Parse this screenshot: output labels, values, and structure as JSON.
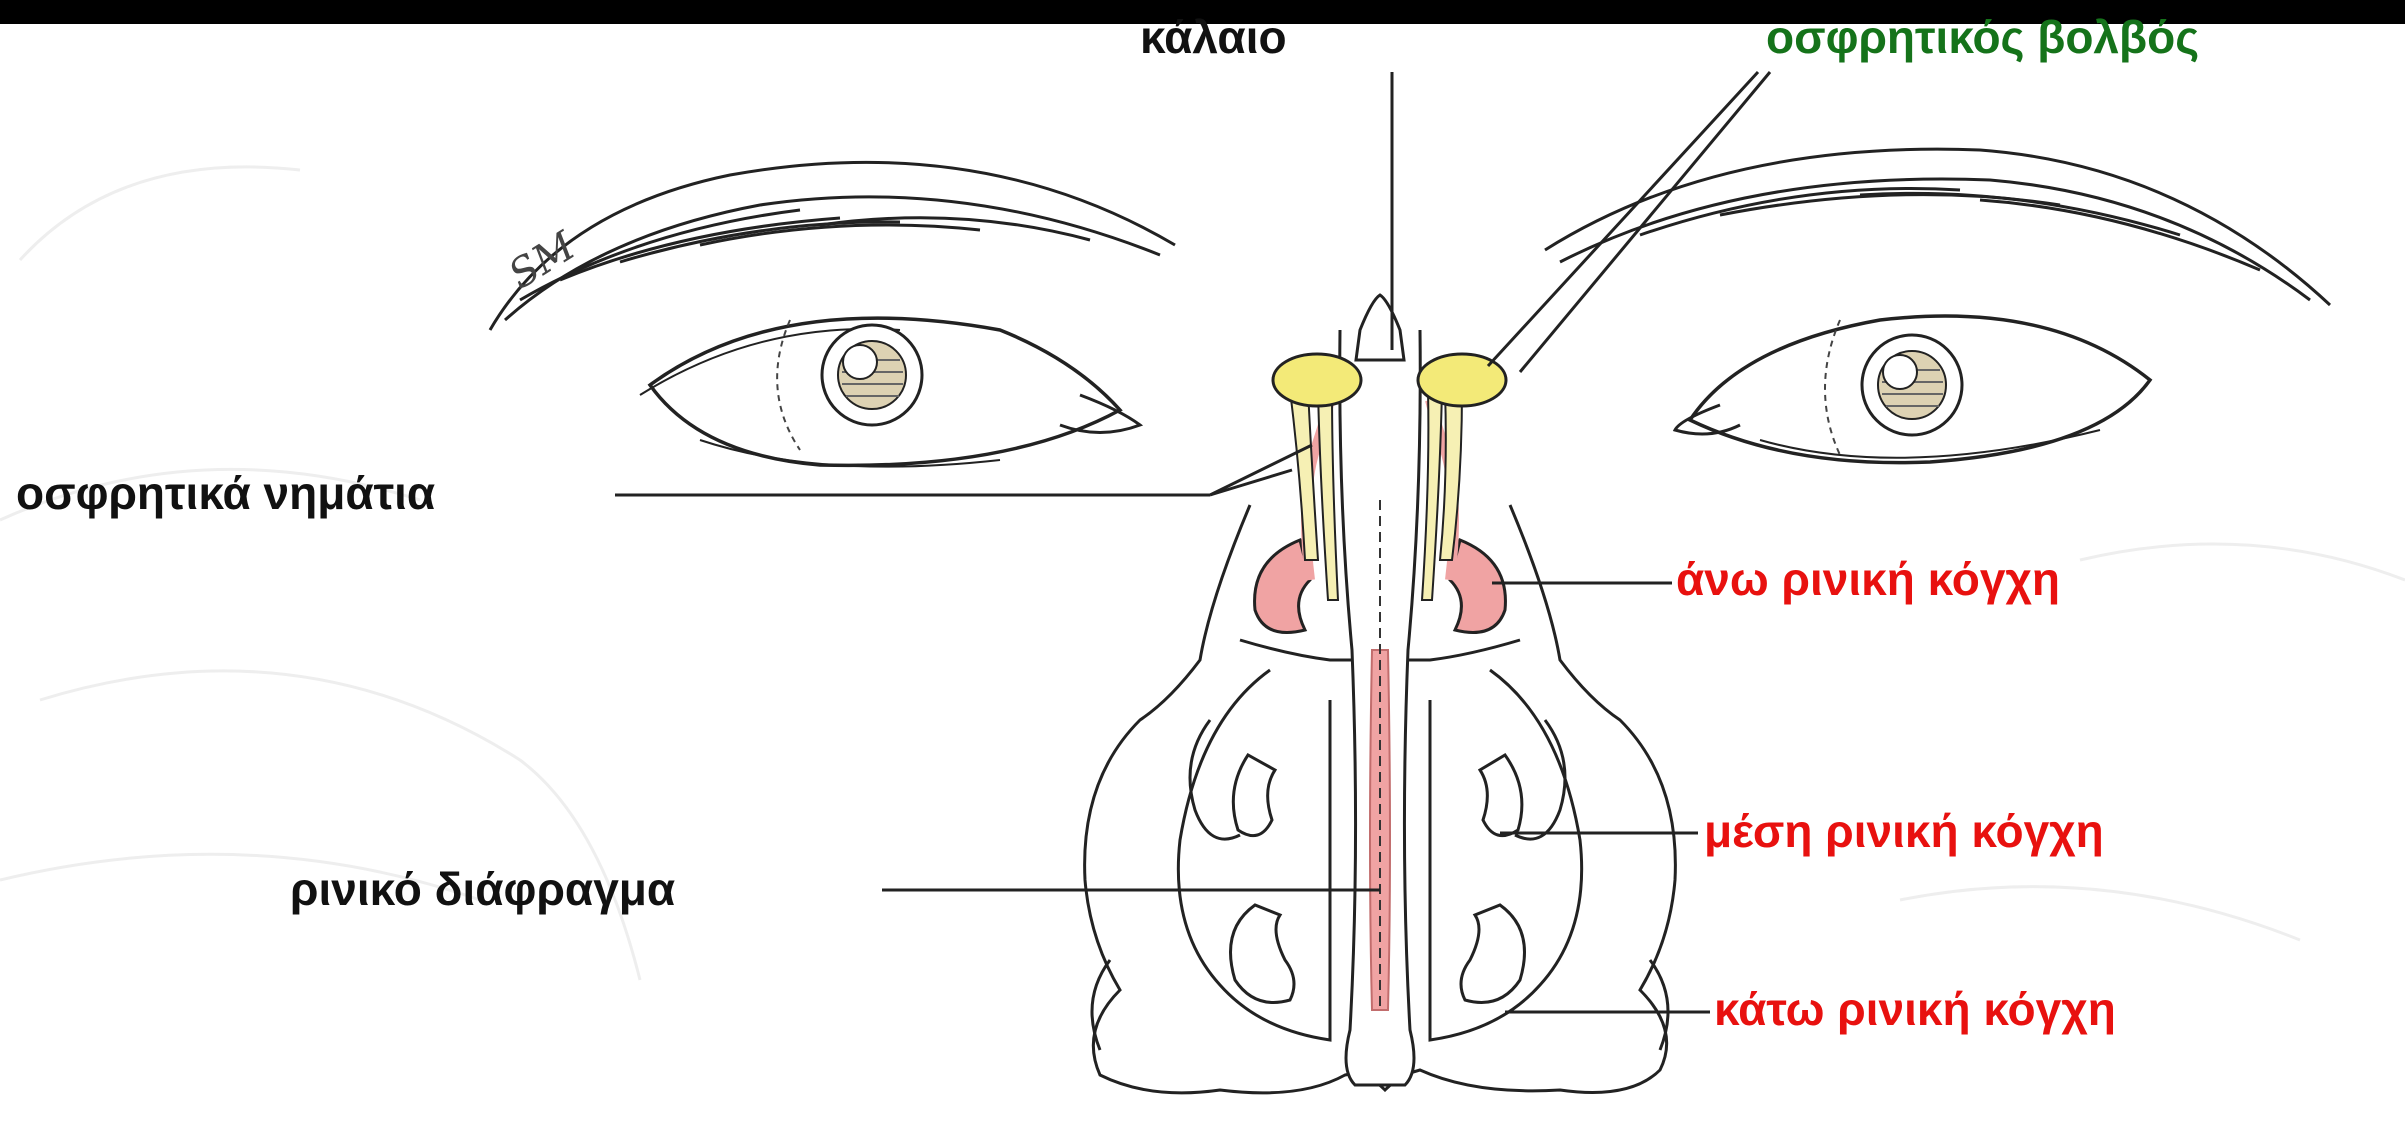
{
  "labels": {
    "kalaio": "κάλαιο",
    "osfritikos_volvos": "οσφρητικός βολβός",
    "osfritika_nimatia": "οσφρητικά νημάτια",
    "ano_riniki_kogxi": "άνω ρινική κόγχη",
    "mesi_riniki_kogxi": "μέση ρινική κόγχη",
    "rinikο_diafragma": "ρινικό διάφραγμα",
    "kato_riniki_kogxi": "κάτω ρινική κόγχη"
  },
  "signature": "SM",
  "colors": {
    "label_black": "#111111",
    "label_green": "#15731a",
    "label_red": "#e8110f",
    "bulb_fill": "#f3ea78",
    "nerve_fill": "#f6f0b4",
    "mucosa_pink": "#f0a3a3",
    "outline": "#222222"
  }
}
